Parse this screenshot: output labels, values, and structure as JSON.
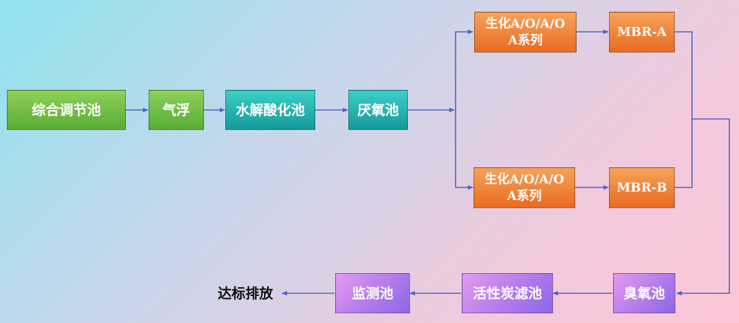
{
  "nodes": {
    "equalization": "综合调节池",
    "flotation": "气浮",
    "hydrolysis": "水解酸化池",
    "anaerobic": "厌氧池",
    "aoao_a_line1": "生化A/O/A/O",
    "aoao_a_line2": "A系列",
    "aoao_b_line1": "生化A/O/A/O",
    "aoao_b_line2": "A系列",
    "mbr_a": "MBR-A",
    "mbr_b": "MBR-B",
    "ozone": "臭氧池",
    "carbon_filter": "活性炭滤池",
    "monitoring": "监测池"
  },
  "output_label": "达标排放",
  "colors": {
    "connector": "#4a63c8",
    "green": "#6cbd44",
    "teal": "#22b2b0",
    "orange": "#ef7f35",
    "purple": "#b07be8"
  }
}
